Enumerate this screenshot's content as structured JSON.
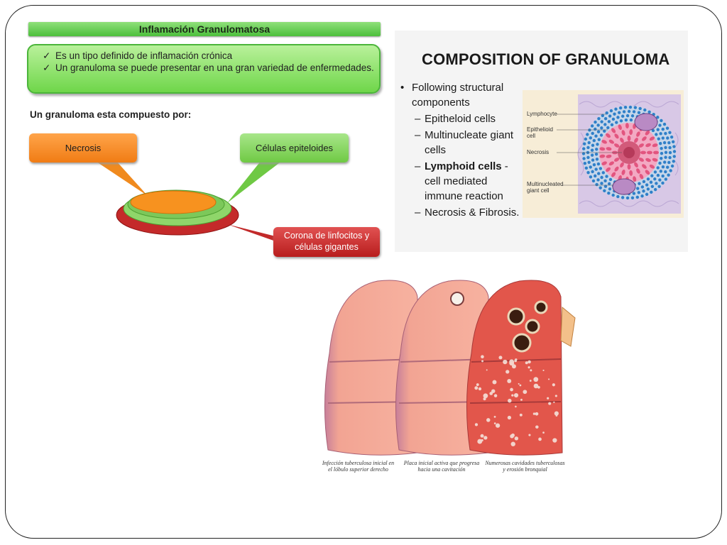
{
  "left_panel": {
    "title": "Inflamación Granulomatosa",
    "bullets": [
      "Es un tipo definido de inflamación crónica",
      "Un granuloma se puede presentar en una gran variedad de enfermedades."
    ],
    "check_icon": "✓",
    "subtitle": "Un granuloma esta compuesto por:",
    "callouts": {
      "necrosis": "Necrosis",
      "epithelioid": "Células epiteloides",
      "corona_line1": "Corona de linfocitos y",
      "corona_line2": "células gigantes"
    },
    "colors": {
      "orange": "#f08a1e",
      "green": "#5cbf3c",
      "red": "#b81d1d"
    }
  },
  "right_panel": {
    "title": "COMPOSITION OF GRANULOMA",
    "bullet": "•",
    "intro": "Following structural components",
    "dash": "–",
    "items": [
      {
        "bold": "",
        "text": "Epitheloid cells"
      },
      {
        "bold": "",
        "text": "Multinucleate giant cells"
      },
      {
        "bold": "Lymphoid cells",
        "text": " - cell mediated immune reaction"
      },
      {
        "bold": "",
        "text": "Necrosis & Fibrosis."
      }
    ],
    "diagram_labels": {
      "lymphocyte": "Lymphocyte",
      "epithelioid": "Epithelioid cell",
      "necrosis": "Necrosis",
      "giant": "Multinucleated giant cell"
    }
  },
  "lungs": {
    "captions": [
      "Infección tuberculosa inicial en el lóbulo superior derecho",
      "Placa inicial activa que progresa hacia una cavitación",
      "Numerosas cavidades tuberculosas y erosión bronquial"
    ]
  }
}
